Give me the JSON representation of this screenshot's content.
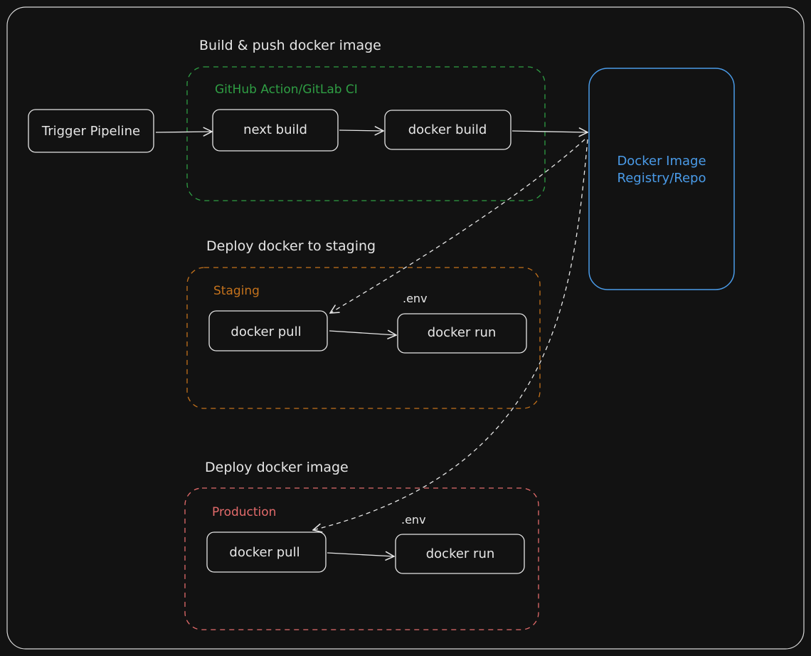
{
  "colors": {
    "background": "#121212",
    "frame": "#d9d9d9",
    "node_stroke": "#e6e6e6",
    "text": "#e6e6e6",
    "github_group": "#2f9e44",
    "staging_group": "#c4721c",
    "production_group": "#e36b6b",
    "registry": "#4a9be8"
  },
  "sections": {
    "build": "Build & push docker image",
    "staging": "Deploy docker to staging",
    "production": "Deploy docker image"
  },
  "groups": {
    "ci": "GitHub Action/GitLab CI",
    "staging": "Staging",
    "production": "Production"
  },
  "nodes": {
    "trigger": "Trigger Pipeline",
    "next_build": "next build",
    "docker_build": "docker build",
    "registry_line1": "Docker Image",
    "registry_line2": "Registry/Repo",
    "staging_pull": "docker pull",
    "staging_run": "docker run",
    "staging_env": ".env",
    "production_pull": "docker pull",
    "production_run": "docker run",
    "production_env": ".env"
  }
}
